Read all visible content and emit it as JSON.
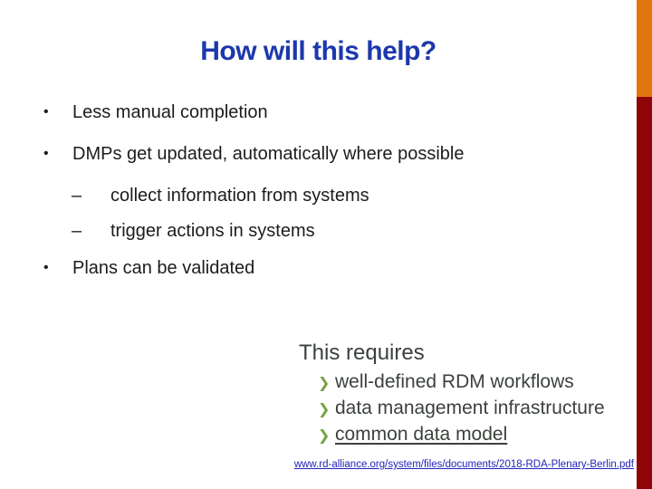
{
  "slide": {
    "title": "How will this help?",
    "bullets": [
      {
        "marker": "•",
        "text": "Less manual completion",
        "level": 1
      },
      {
        "marker": "•",
        "text": "DMPs get updated, automatically where possible",
        "level": 1
      },
      {
        "marker": "–",
        "text": "collect information from systems",
        "level": 2
      },
      {
        "marker": "–",
        "text": "trigger actions in systems",
        "level": 2
      },
      {
        "marker": "•",
        "text": "Plans can be validated",
        "level": 1
      }
    ],
    "requires": {
      "heading": "This requires",
      "chevron_glyph": "❯",
      "items": [
        {
          "text": "well-defined RDM workflows",
          "underlined": false
        },
        {
          "text": "data management infrastructure",
          "underlined": false
        },
        {
          "text": "common data model",
          "underlined": true
        }
      ]
    },
    "source_link": {
      "text": "www.rd-alliance.org/system/files/documents/2018-RDA-Plenary-Berlin.pdf"
    },
    "colors": {
      "title_blue": "#1C38AB",
      "body_text": "#1C1C1C",
      "figure_text": "#3B413B",
      "chevron_green": "#77A240",
      "link_blue": "#2323BC",
      "accent_orange": "#E2760E",
      "accent_dark_red": "#8E0408"
    }
  }
}
